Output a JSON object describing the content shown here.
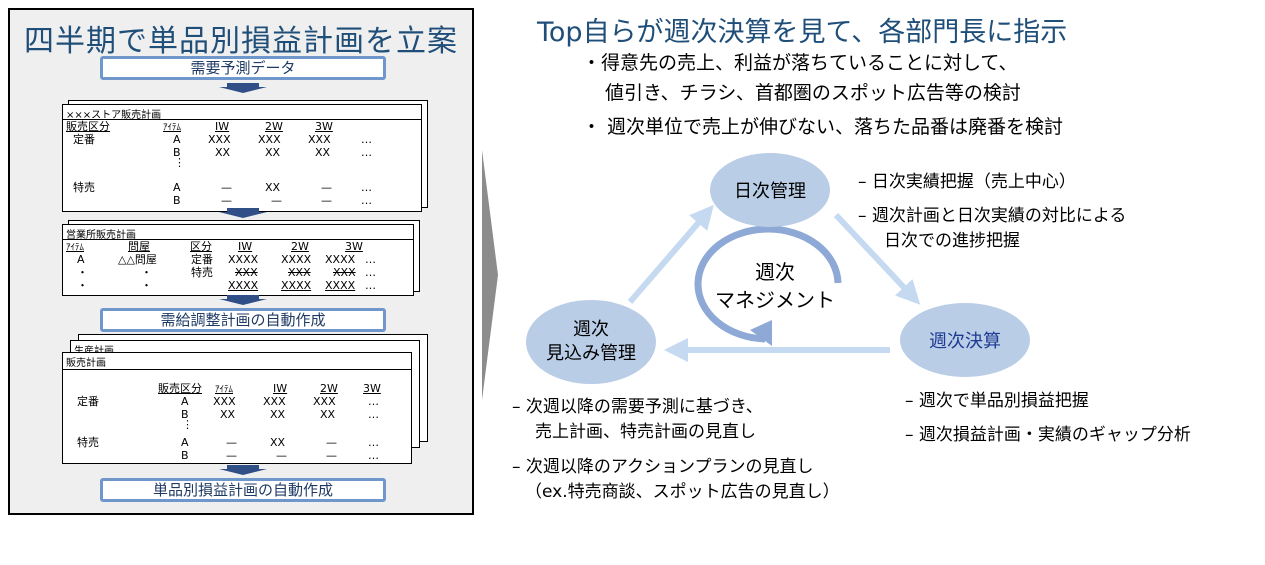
{
  "left": {
    "title": "四半期で単品別損益計画を立案",
    "steps": [
      "需要予測データ",
      "需給調整計画の自動作成",
      "単品別損益計画の自動作成"
    ],
    "sheet1": {
      "title": "×××ストア販売計画",
      "headers": [
        "販売区分",
        "ｱｲﾃﾑ",
        "ⅠW",
        "2W",
        "3W"
      ],
      "rows": [
        [
          "定番",
          "A",
          "XXX",
          "XXX",
          "XXX",
          "…"
        ],
        [
          "",
          "B",
          "XX",
          "XX",
          "XX",
          "…"
        ],
        [
          "特売",
          "A",
          "—",
          "XX",
          "—",
          "…"
        ],
        [
          "",
          "B",
          "—",
          "—",
          "—",
          "…"
        ]
      ],
      "dots": "⋮"
    },
    "sheet2": {
      "title": "営業所販売計画",
      "headers": [
        "ｱｲﾃﾑ",
        "問屋",
        "区分",
        "ⅠW",
        "2W",
        "3W"
      ],
      "rows": [
        [
          "A",
          "△△問屋",
          "定番",
          "XXXX",
          "XXXX",
          "XXXX",
          "…"
        ],
        [
          "・",
          "・",
          "特売",
          "XXX",
          "XXX",
          "XXX",
          "…"
        ],
        [
          "・",
          "・",
          "",
          "XXXX",
          "XXXX",
          "XXXX",
          "…"
        ]
      ]
    },
    "sheet3": {
      "back_title": "生産計画",
      "title": "販売計画",
      "headers": [
        "販売区分",
        "ｱｲﾃﾑ",
        "ⅠW",
        "2W",
        "3W"
      ],
      "rows": [
        [
          "定番",
          "A",
          "XXX",
          "XXX",
          "XXX",
          "…"
        ],
        [
          "",
          "B",
          "XX",
          "XX",
          "XX",
          "…"
        ],
        [
          "特売",
          "A",
          "—",
          "XX",
          "—",
          "…"
        ],
        [
          "",
          "B",
          "—",
          "—",
          "—",
          "…"
        ]
      ],
      "dots": "⋮"
    }
  },
  "right": {
    "title": "Top自らが週次決算を見て、各部門長に指示",
    "bullets": [
      "・得意先の売上、利益が落ちていることに対して、",
      "値引き、チラシ、首都圏のスポット広告等の検討",
      "・ 週次単位で売上が伸びない、落ちた品番は廃番を検討"
    ],
    "center_label": [
      "週次",
      "マネジメント"
    ],
    "nodes": {
      "daily": "日次管理",
      "weekly_close": "週次決算",
      "forecast": [
        "週次",
        "見込み管理"
      ]
    },
    "notes_daily": [
      "– 日次実績把握（売上中心）",
      "– 週次計画と日次実績の対比による",
      "日次での進捗把握"
    ],
    "notes_close": [
      "– 週次で単品別損益把握",
      "– 週次損益計画・実績のギャップ分析"
    ],
    "notes_forecast": [
      "– 次週以降の需要予測に基づき、",
      "売上計画、特売計画の見直し",
      "– 次週以降のアクションプランの見直し",
      "（ex.特売商談、スポット広告の見直し）"
    ]
  },
  "colors": {
    "title_blue": "#1f4e79",
    "node_fill": "#b9cde6",
    "arrow_light": "#c5d9f1",
    "step_border": "#6f97cc",
    "panel_bg": "#efefef"
  }
}
